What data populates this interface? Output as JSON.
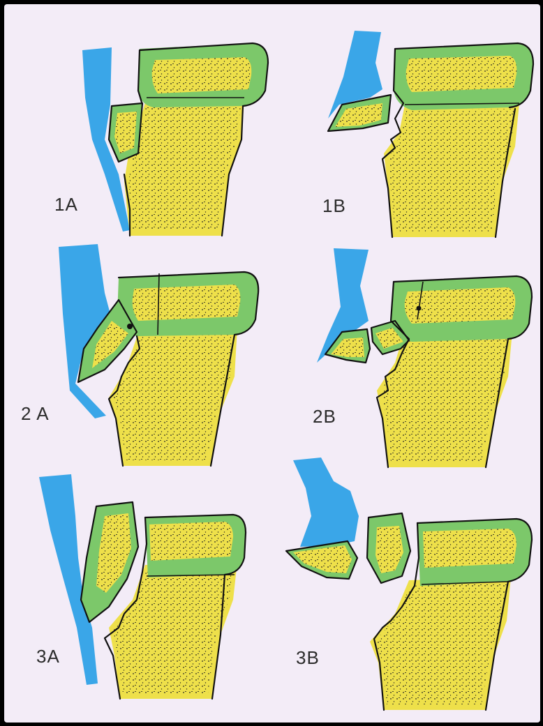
{
  "panels": [
    {
      "id": "1a",
      "label": "1A"
    },
    {
      "id": "1b",
      "label": "1B"
    },
    {
      "id": "2a",
      "label": "2 A"
    },
    {
      "id": "2b",
      "label": "2B"
    },
    {
      "id": "3a",
      "label": "3A"
    },
    {
      "id": "3b",
      "label": "3B"
    }
  ],
  "colors": {
    "background": "#f3ecf7",
    "cartilage": "#7cc86a",
    "bone": "#eee04a",
    "tendon": "#3aa6e8",
    "outline": "#111111"
  }
}
